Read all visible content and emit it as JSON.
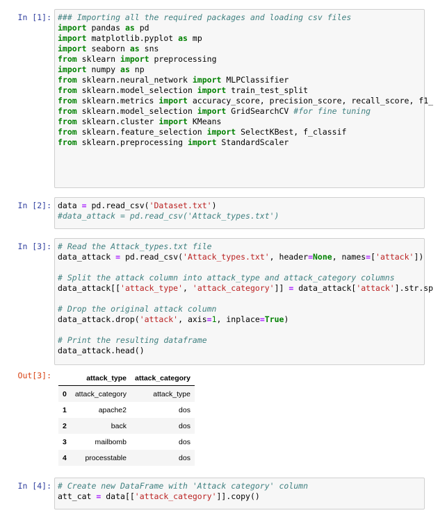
{
  "cells": [
    {
      "prompt": "In [1]:",
      "lines": [
        "### Importing all the required packages and loading csv files",
        "import pandas as pd",
        "import matplotlib.pyplot as mp",
        "import seaborn as sns",
        "from sklearn import preprocessing",
        "import numpy as np",
        "from sklearn.neural_network import MLPClassifier",
        "from sklearn.model_selection import train_test_split",
        "from sklearn.metrics import accuracy_score, precision_score, recall_score, f1_",
        "from sklearn.model_selection import GridSearchCV #for fine tuning",
        "from sklearn.cluster import KMeans",
        "from sklearn.feature_selection import SelectKBest, f_classif",
        "from sklearn.preprocessing import StandardScaler"
      ]
    },
    {
      "prompt": "In [2]:",
      "lines": [
        "data = pd.read_csv('Dataset.txt')",
        "#data_attack = pd.read_csv('Attack_types.txt')"
      ]
    },
    {
      "prompt": "In [3]:",
      "lines": [
        "# Read the Attack_types.txt file",
        "data_attack = pd.read_csv('Attack_types.txt', header=None, names=['attack'])",
        "",
        "# Split the attack column into attack_type and attack_category columns",
        "data_attack[['attack_type', 'attack_category']] = data_attack['attack'].str.sp",
        "",
        "# Drop the original attack column",
        "data_attack.drop('attack', axis=1, inplace=True)",
        "",
        "# Print the resulting dataframe",
        "data_attack.head()"
      ]
    },
    {
      "prompt": "In [4]:",
      "lines": [
        "# Create new DataFrame with 'Attack category' column",
        "att_cat = data[['attack_category']].copy()"
      ]
    }
  ],
  "output": {
    "prompt": "Out[3]:",
    "columns": [
      "",
      "attack_type",
      "attack_category"
    ],
    "rows": [
      [
        "0",
        "attack_category",
        "attack_type"
      ],
      [
        "1",
        "apache2",
        "dos"
      ],
      [
        "2",
        "back",
        "dos"
      ],
      [
        "3",
        "mailbomb",
        "dos"
      ],
      [
        "4",
        "processtable",
        "dos"
      ]
    ]
  }
}
